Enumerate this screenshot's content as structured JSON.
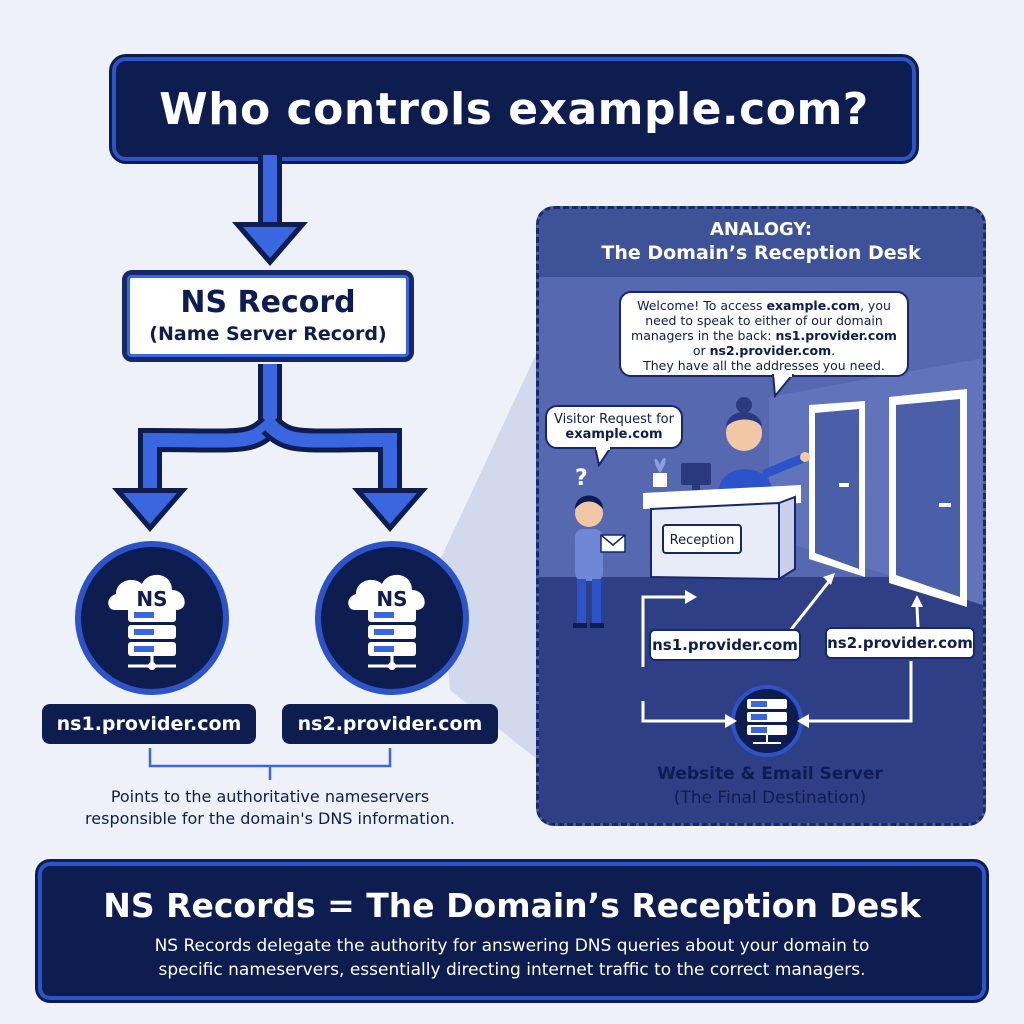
{
  "title": "Who controls example.com?",
  "ns_record": {
    "name": "NS Record",
    "full_name": "(Name Server Record)"
  },
  "nameservers": [
    {
      "icon_label": "NS",
      "host": "ns1.provider.com"
    },
    {
      "icon_label": "NS",
      "host": "ns2.provider.com"
    }
  ],
  "points_text": {
    "line1": "Points to the authoritative nameservers",
    "line2": "responsible for the domain's DNS information."
  },
  "analogy": {
    "label": "ANALOGY:",
    "title": "The Domain’s Reception Desk",
    "receptionist_speech": {
      "line1_pre": "Welcome! To access ",
      "line1_bold": "example.com",
      "line1_post": ", you",
      "line2": "need to speak to either of our domain",
      "line3_pre": "managers in the back: ",
      "line3_bold": "ns1.provider.com",
      "line4_pre": "or ",
      "line4_bold": "ns2.provider.com",
      "line4_post": ".",
      "line5": "They have all the addresses you need."
    },
    "visitor_speech": {
      "line1": "Visitor Request for",
      "line2": "example.com"
    },
    "visitor_question": "?",
    "desk_sign": "Reception",
    "door_labels": [
      "ns1.provider.com",
      "ns2.provider.com"
    ],
    "destination": {
      "name": "Website & Email Server",
      "note": "(The Final Destination)"
    }
  },
  "summary": {
    "heading": "NS Records = The Domain’s Reception Desk",
    "line1": "NS Records delegate the authority for answering DNS queries about your domain to",
    "line2": "specific nameservers, essentially directing internet traffic to the correct managers."
  },
  "colors": {
    "navy": "#0e1d4f",
    "accent_blue": "#2c54c8",
    "panel_blue": "#4a5ea6",
    "background": "#eef1f8"
  }
}
